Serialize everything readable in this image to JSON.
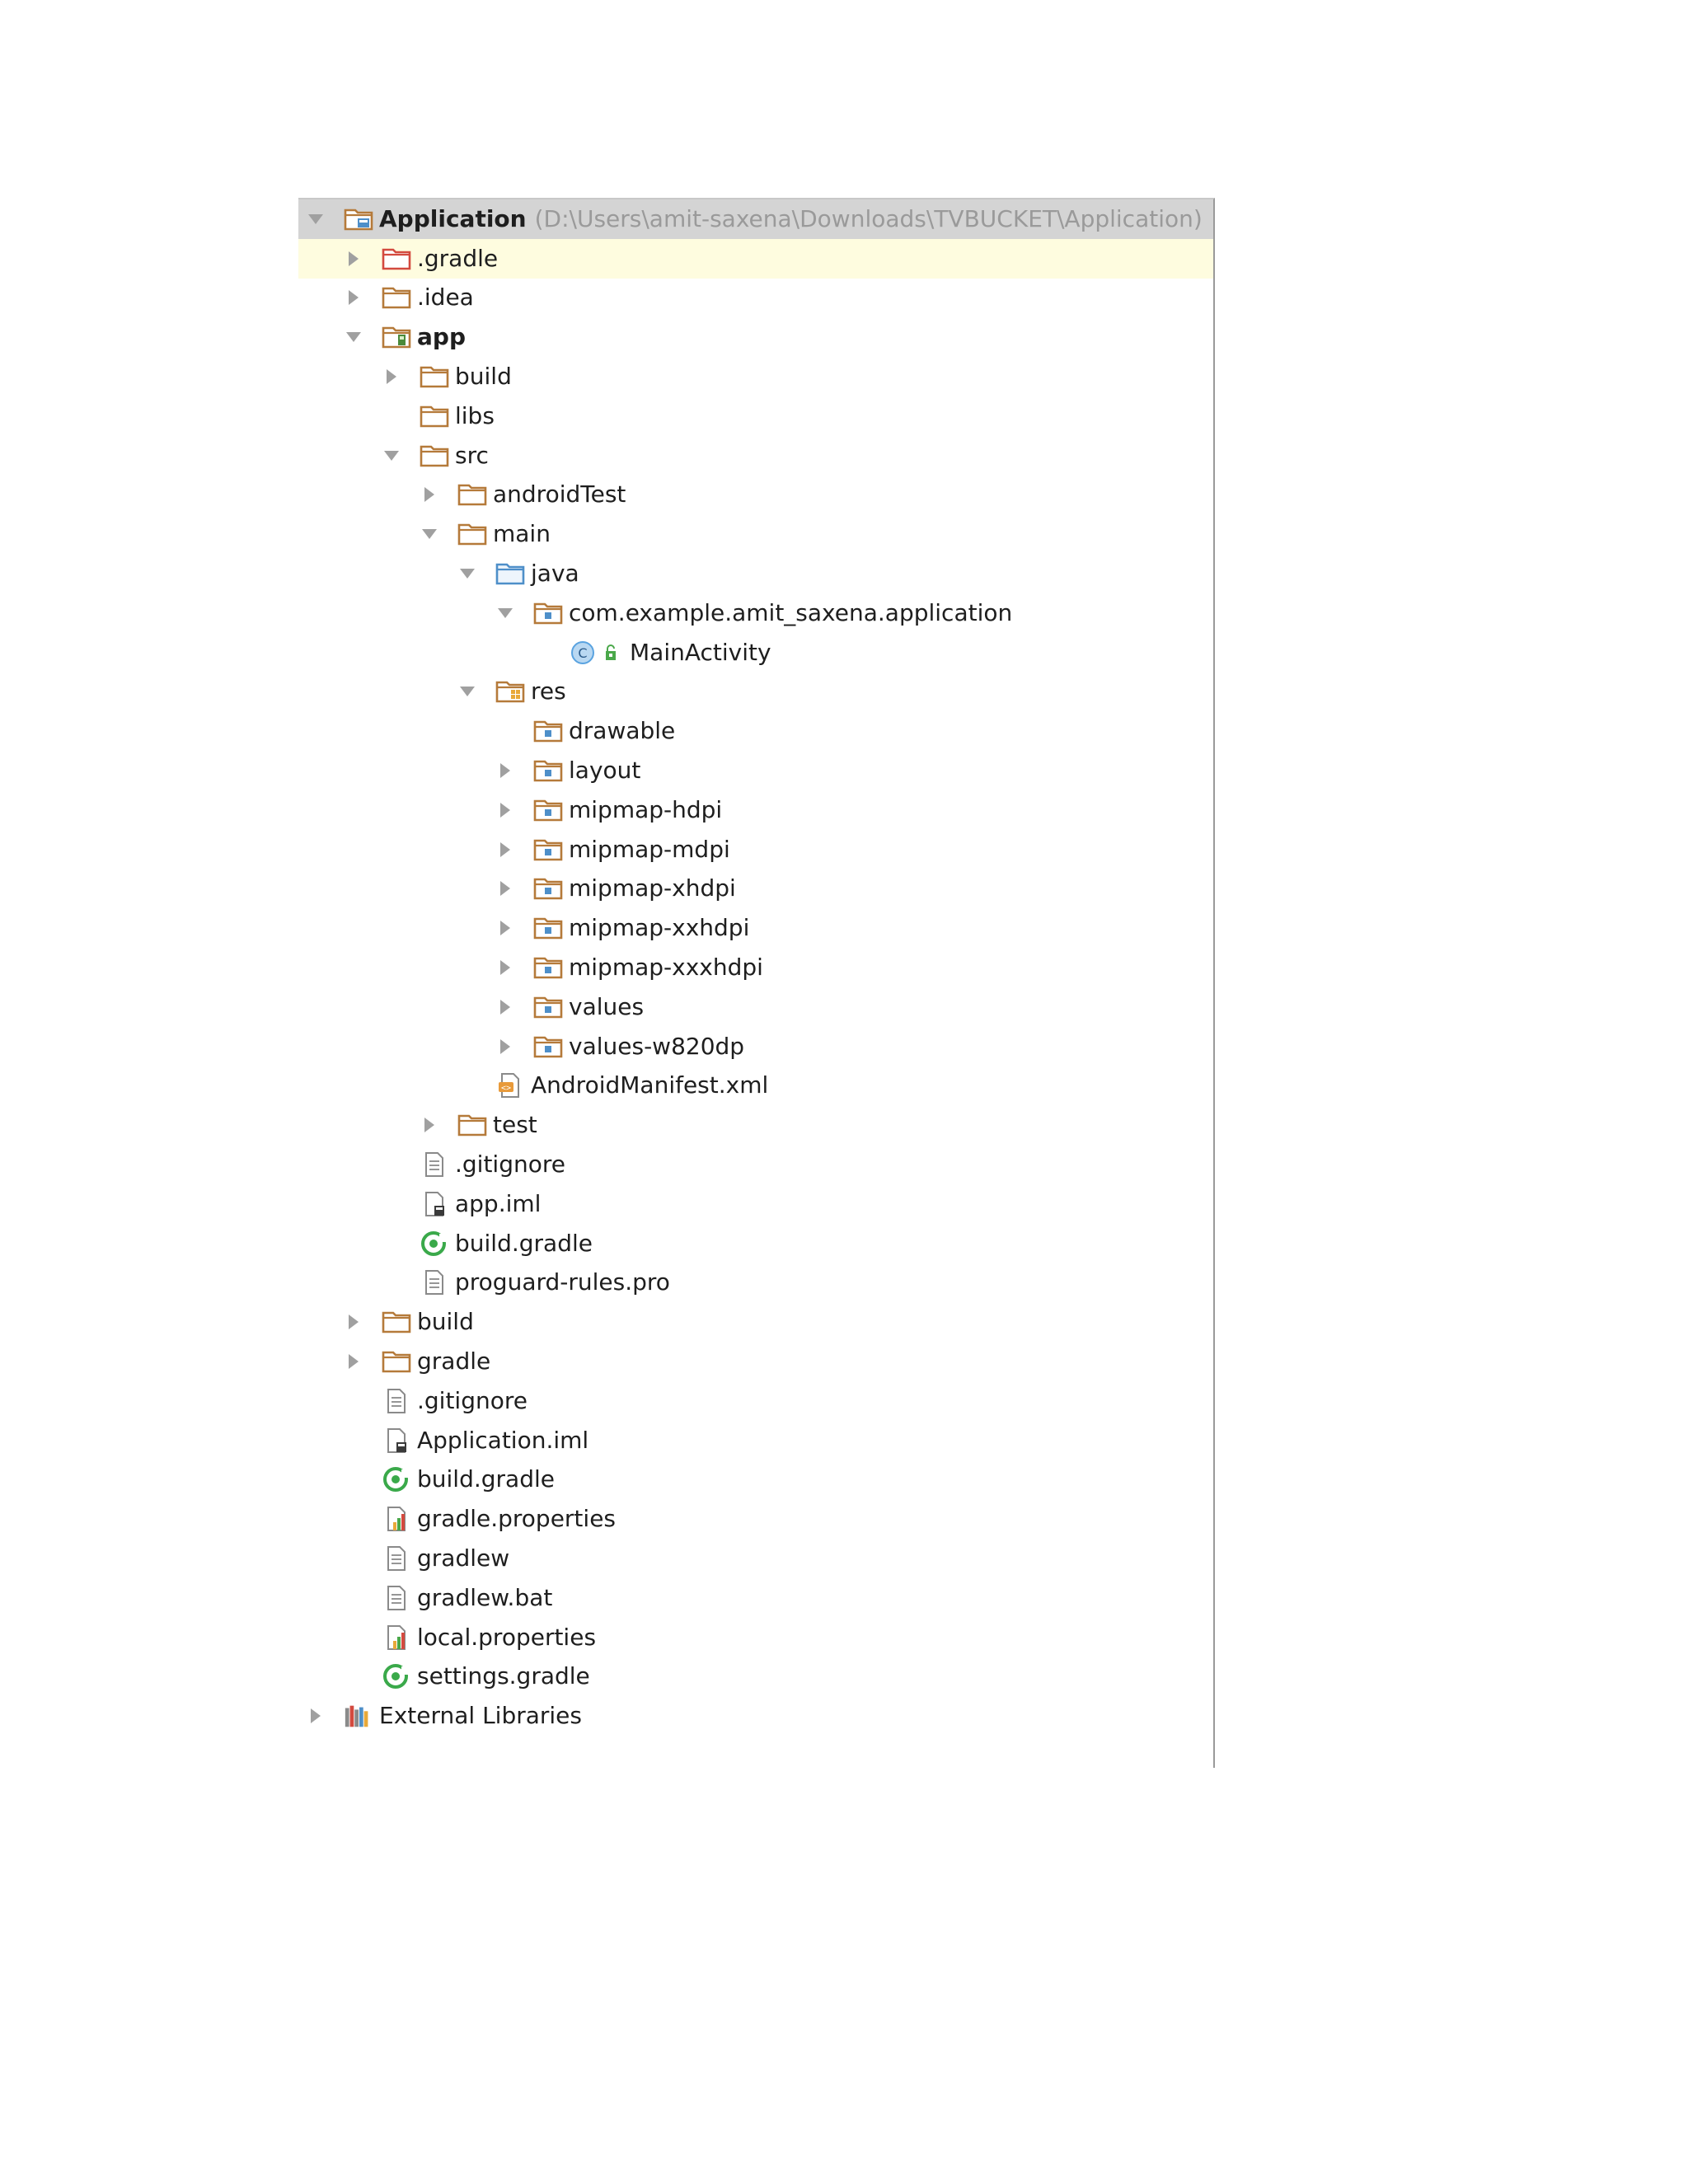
{
  "project": {
    "name": "Application",
    "path": "(D:\\Users\\amit-saxena\\Downloads\\TVBUCKET\\Application)"
  },
  "tree": [
    {
      "label": "Application",
      "depth": 0,
      "arrow": "expanded",
      "icon": "project-folder-icon",
      "bold": true
    },
    {
      "label": ".gradle",
      "depth": 1,
      "arrow": "collapsed",
      "icon": "excluded-folder-icon",
      "selected": true
    },
    {
      "label": ".idea",
      "depth": 1,
      "arrow": "collapsed",
      "icon": "folder-icon"
    },
    {
      "label": "app",
      "depth": 1,
      "arrow": "expanded",
      "icon": "module-folder-icon",
      "bold": true
    },
    {
      "label": "build",
      "depth": 2,
      "arrow": "collapsed",
      "icon": "folder-icon"
    },
    {
      "label": "libs",
      "depth": 2,
      "arrow": "none",
      "icon": "folder-icon"
    },
    {
      "label": "src",
      "depth": 2,
      "arrow": "expanded",
      "icon": "folder-icon"
    },
    {
      "label": "androidTest",
      "depth": 3,
      "arrow": "collapsed",
      "icon": "folder-icon"
    },
    {
      "label": "main",
      "depth": 3,
      "arrow": "expanded",
      "icon": "folder-icon"
    },
    {
      "label": "java",
      "depth": 4,
      "arrow": "expanded",
      "icon": "source-folder-icon"
    },
    {
      "label": "com.example.amit_saxena.application",
      "depth": 5,
      "arrow": "expanded",
      "icon": "package-icon"
    },
    {
      "label": "MainActivity",
      "depth": 6,
      "arrow": "none",
      "icon": "class-icon"
    },
    {
      "label": "res",
      "depth": 4,
      "arrow": "expanded",
      "icon": "resource-folder-icon"
    },
    {
      "label": "drawable",
      "depth": 5,
      "arrow": "none",
      "icon": "package-icon"
    },
    {
      "label": "layout",
      "depth": 5,
      "arrow": "collapsed",
      "icon": "package-icon"
    },
    {
      "label": "mipmap-hdpi",
      "depth": 5,
      "arrow": "collapsed",
      "icon": "package-icon"
    },
    {
      "label": "mipmap-mdpi",
      "depth": 5,
      "arrow": "collapsed",
      "icon": "package-icon"
    },
    {
      "label": "mipmap-xhdpi",
      "depth": 5,
      "arrow": "collapsed",
      "icon": "package-icon"
    },
    {
      "label": "mipmap-xxhdpi",
      "depth": 5,
      "arrow": "collapsed",
      "icon": "package-icon"
    },
    {
      "label": "mipmap-xxxhdpi",
      "depth": 5,
      "arrow": "collapsed",
      "icon": "package-icon"
    },
    {
      "label": "values",
      "depth": 5,
      "arrow": "collapsed",
      "icon": "package-icon"
    },
    {
      "label": "values-w820dp",
      "depth": 5,
      "arrow": "collapsed",
      "icon": "package-icon"
    },
    {
      "label": "AndroidManifest.xml",
      "depth": 4,
      "arrow": "none",
      "icon": "xml-file-icon"
    },
    {
      "label": "test",
      "depth": 3,
      "arrow": "collapsed",
      "icon": "folder-icon"
    },
    {
      "label": ".gitignore",
      "depth": 2,
      "arrow": "none",
      "icon": "text-file-icon"
    },
    {
      "label": "app.iml",
      "depth": 2,
      "arrow": "none",
      "icon": "iml-file-icon"
    },
    {
      "label": "build.gradle",
      "depth": 2,
      "arrow": "none",
      "icon": "gradle-file-icon"
    },
    {
      "label": "proguard-rules.pro",
      "depth": 2,
      "arrow": "none",
      "icon": "text-file-icon"
    },
    {
      "label": "build",
      "depth": 1,
      "arrow": "collapsed",
      "icon": "folder-icon"
    },
    {
      "label": "gradle",
      "depth": 1,
      "arrow": "collapsed",
      "icon": "folder-icon"
    },
    {
      "label": ".gitignore",
      "depth": 1,
      "arrow": "none",
      "icon": "text-file-icon"
    },
    {
      "label": "Application.iml",
      "depth": 1,
      "arrow": "none",
      "icon": "iml-file-icon"
    },
    {
      "label": "build.gradle",
      "depth": 1,
      "arrow": "none",
      "icon": "gradle-file-icon"
    },
    {
      "label": "gradle.properties",
      "depth": 1,
      "arrow": "none",
      "icon": "properties-file-icon"
    },
    {
      "label": "gradlew",
      "depth": 1,
      "arrow": "none",
      "icon": "text-file-icon"
    },
    {
      "label": "gradlew.bat",
      "depth": 1,
      "arrow": "none",
      "icon": "text-file-icon"
    },
    {
      "label": "local.properties",
      "depth": 1,
      "arrow": "none",
      "icon": "properties-file-icon"
    },
    {
      "label": "settings.gradle",
      "depth": 1,
      "arrow": "none",
      "icon": "gradle-file-icon"
    },
    {
      "label": "External Libraries",
      "depth": 0,
      "arrow": "collapsed",
      "icon": "library-icon"
    }
  ],
  "colors": {
    "folder": "#b57a3a",
    "excluded_folder": "#d34a3f",
    "source_folder": "#4e8fc9",
    "arrow": "#a0a0a0",
    "root_row_bg": "#d4d4d4",
    "selected_row_bg": "#fefcdf",
    "path_text": "#9a9a9a",
    "gradle_green": "#3aa94a",
    "class_blue": "#5aa3e0"
  }
}
